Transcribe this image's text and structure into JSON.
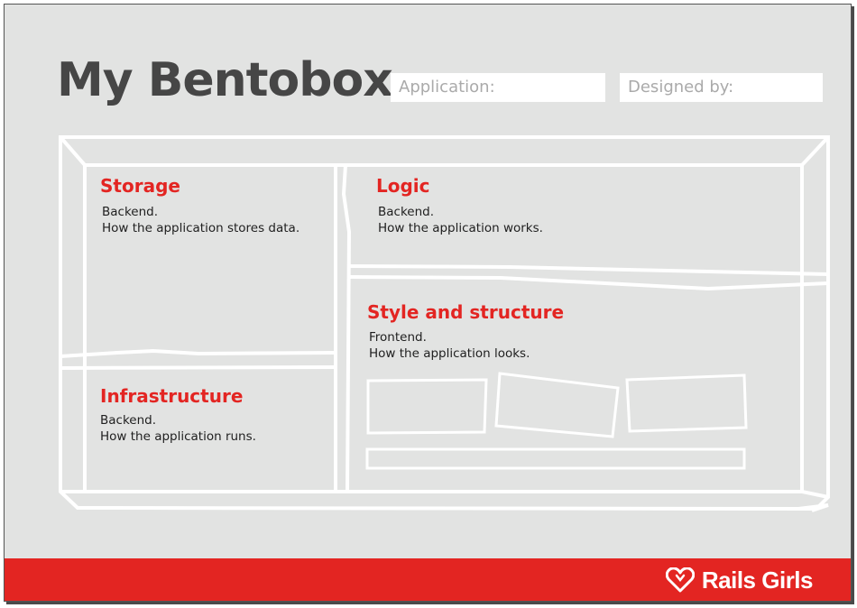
{
  "title": "My Bentobox",
  "fields": {
    "application": "Application:",
    "designed_by": "Designed by:"
  },
  "sections": {
    "storage": {
      "title": "Storage",
      "line1": "Backend.",
      "line2": "How the application stores data."
    },
    "logic": {
      "title": "Logic",
      "line1": "Backend.",
      "line2": "How the application works."
    },
    "style": {
      "title": "Style and structure",
      "line1": "Frontend.",
      "line2": "How the application looks."
    },
    "infrastructure": {
      "title": "Infrastructure",
      "line1": "Backend.",
      "line2": "How the application runs."
    }
  },
  "footer": {
    "logo_text": "Rails Girls",
    "logo_icon": "heart-icon"
  },
  "colors": {
    "accent": "#e32522",
    "background": "#e2e3e2",
    "title": "#464646"
  }
}
